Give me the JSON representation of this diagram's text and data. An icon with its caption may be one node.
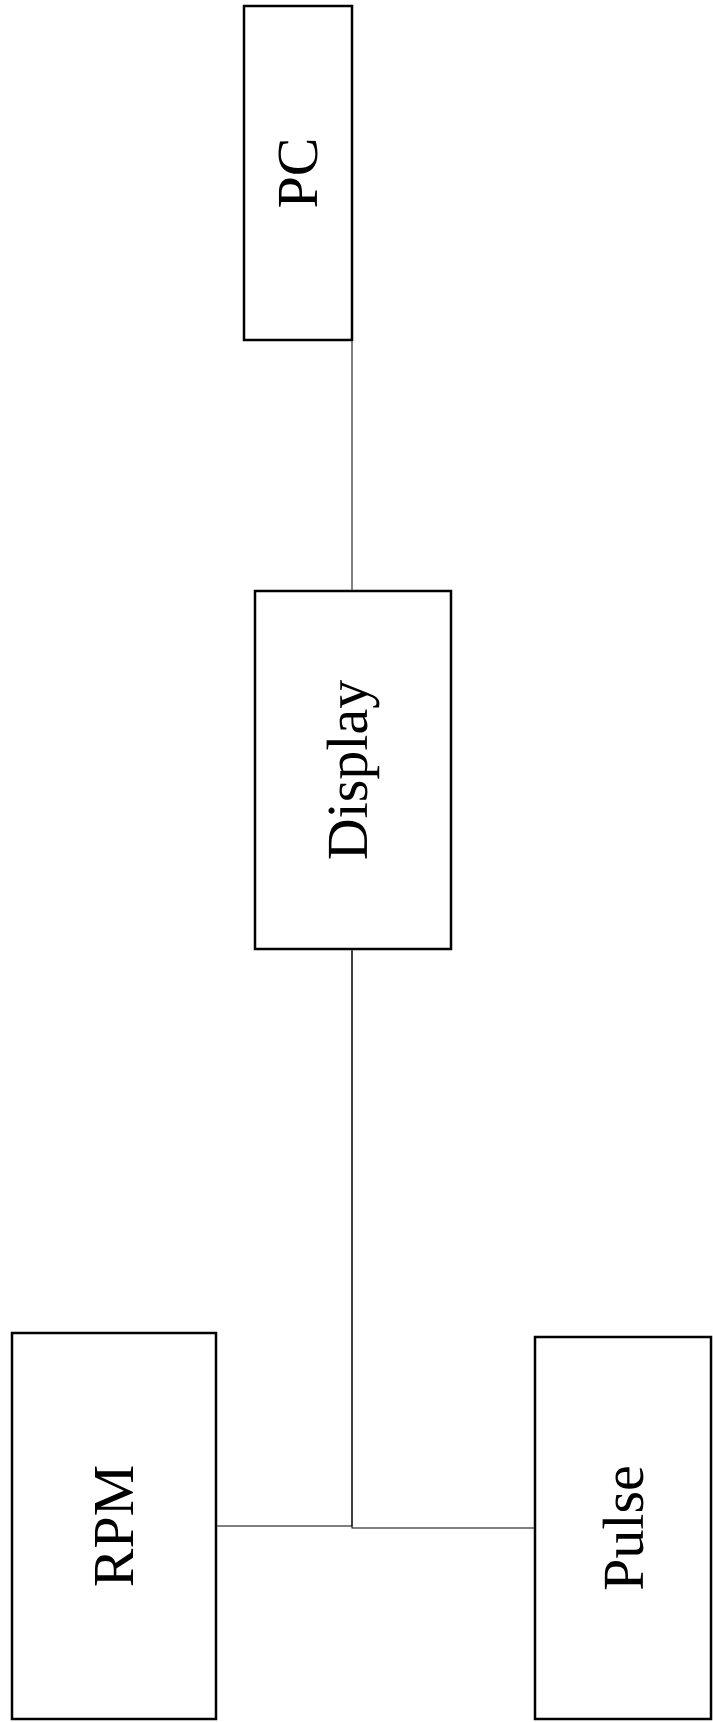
{
  "diagram": {
    "nodes": [
      {
        "text": [
          "PC"
        ]
      },
      {
        "text": [
          "Display"
        ]
      },
      {
        "text": [
          "RPM"
        ]
      },
      {
        "text": [
          "Pulse"
        ]
      }
    ],
    "edges": [
      {
        "from": 0,
        "to": 1,
        "arrow": "none"
      },
      {
        "from": 1,
        "to": 2,
        "arrow": "none"
      },
      {
        "from": 1,
        "to": 3,
        "arrow": "none"
      }
    ]
  }
}
